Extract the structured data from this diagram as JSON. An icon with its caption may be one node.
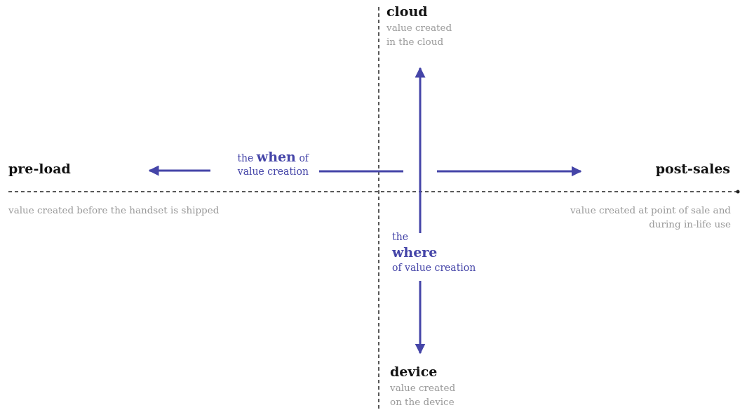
{
  "diagram": {
    "labels": [
      "cloud",
      "value created in the cloud",
      "pre-load",
      "the **when** of value creation",
      "post-sales",
      "value created before the handset is shipped",
      "value created at point of sale and during in-life use",
      "the **where** of value creation",
      "device",
      "value created on the device"
    ]
  }
}
